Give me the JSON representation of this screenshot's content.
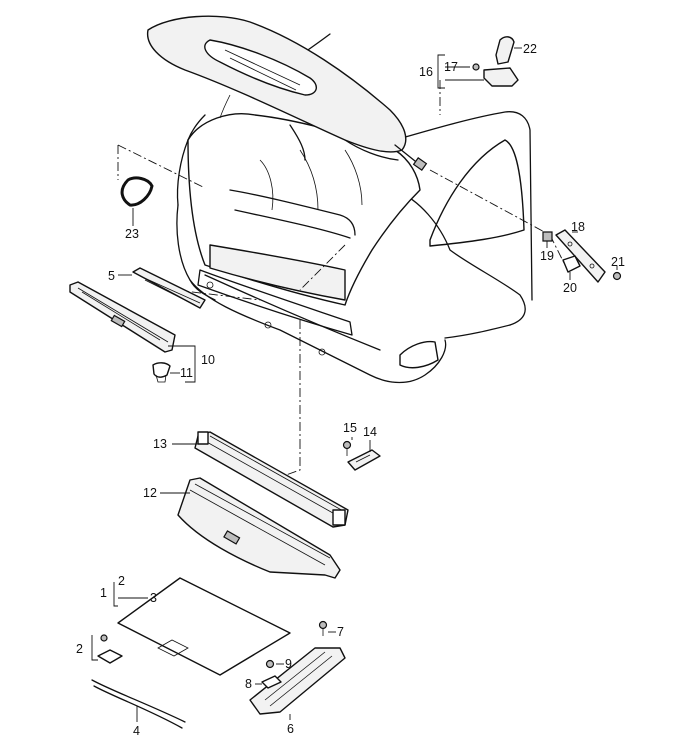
{
  "callouts": [
    {
      "id": "c1",
      "text": "1"
    },
    {
      "id": "c2a",
      "text": "2"
    },
    {
      "id": "c2b",
      "text": "2"
    },
    {
      "id": "c3",
      "text": "3"
    },
    {
      "id": "c4",
      "text": "4"
    },
    {
      "id": "c5",
      "text": "5"
    },
    {
      "id": "c6",
      "text": "6"
    },
    {
      "id": "c7",
      "text": "7"
    },
    {
      "id": "c8",
      "text": "8"
    },
    {
      "id": "c9",
      "text": "9"
    },
    {
      "id": "c10",
      "text": "10"
    },
    {
      "id": "c11",
      "text": "11"
    },
    {
      "id": "c12",
      "text": "12"
    },
    {
      "id": "c13",
      "text": "13"
    },
    {
      "id": "c14",
      "text": "14"
    },
    {
      "id": "c15",
      "text": "15"
    },
    {
      "id": "c16",
      "text": "16"
    },
    {
      "id": "c17",
      "text": "17"
    },
    {
      "id": "c18",
      "text": "18"
    },
    {
      "id": "c19",
      "text": "19"
    },
    {
      "id": "c20",
      "text": "20"
    },
    {
      "id": "c21",
      "text": "21"
    },
    {
      "id": "c22",
      "text": "22"
    },
    {
      "id": "c23",
      "text": "23"
    }
  ]
}
